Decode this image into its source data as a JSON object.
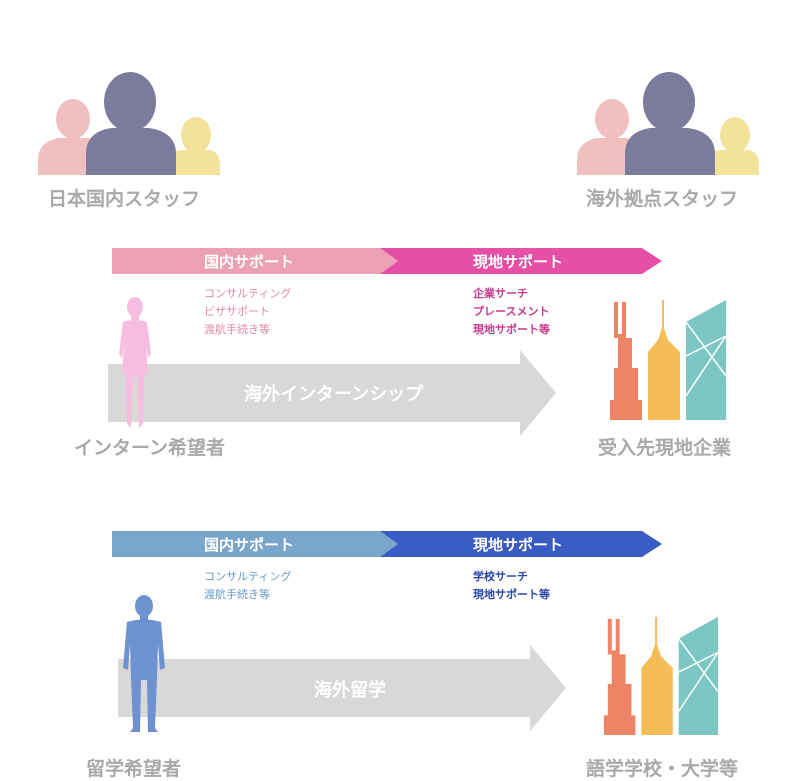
{
  "staff": {
    "domestic_label": "日本国内スタッフ",
    "overseas_label": "海外拠点スタッフ"
  },
  "internship": {
    "domestic_band": "国内サポート",
    "local_band": "現地サポート",
    "domestic_items": [
      "コンサルティング",
      "ビザサポート",
      "渡航手続き等"
    ],
    "local_items": [
      "企業サーチ",
      "プレースメント",
      "現地サポート等"
    ],
    "main_arrow": "海外インターンシップ",
    "applicant_label": "インターン希望者",
    "destination_label": "受入先現地企業"
  },
  "study": {
    "domestic_band": "国内サポート",
    "local_band": "現地サポート",
    "domestic_items": [
      "コンサルティング",
      "渡航手続き等"
    ],
    "local_items": [
      "学校サーチ",
      "現地サポート等"
    ],
    "main_arrow": "海外留学",
    "applicant_label": "留学希望者",
    "destination_label": "語学学校・大学等"
  },
  "colors": {
    "pink_band": "#eba0b4",
    "magenta_band": "#e64fa6",
    "pink_text": "#e08aa6",
    "magenta_text": "#c63a8e",
    "light_blue_band": "#7ba6cc",
    "blue_band": "#3a5ac4",
    "light_blue_text": "#6a9ac6",
    "blue_text": "#2a47a6",
    "gray_arrow": "#d8d8d8",
    "caption_gray": "#a9a9a9",
    "person_pink": "#f0c0c0",
    "person_navy": "#7d7b9c",
    "person_yellow": "#f2e29a",
    "woman_pink": "#f7bde0",
    "man_blue": "#6e92cf",
    "bldg_orange": "#ee8466",
    "bldg_yellow": "#f6bd57",
    "bldg_teal": "#7cc6c4"
  }
}
